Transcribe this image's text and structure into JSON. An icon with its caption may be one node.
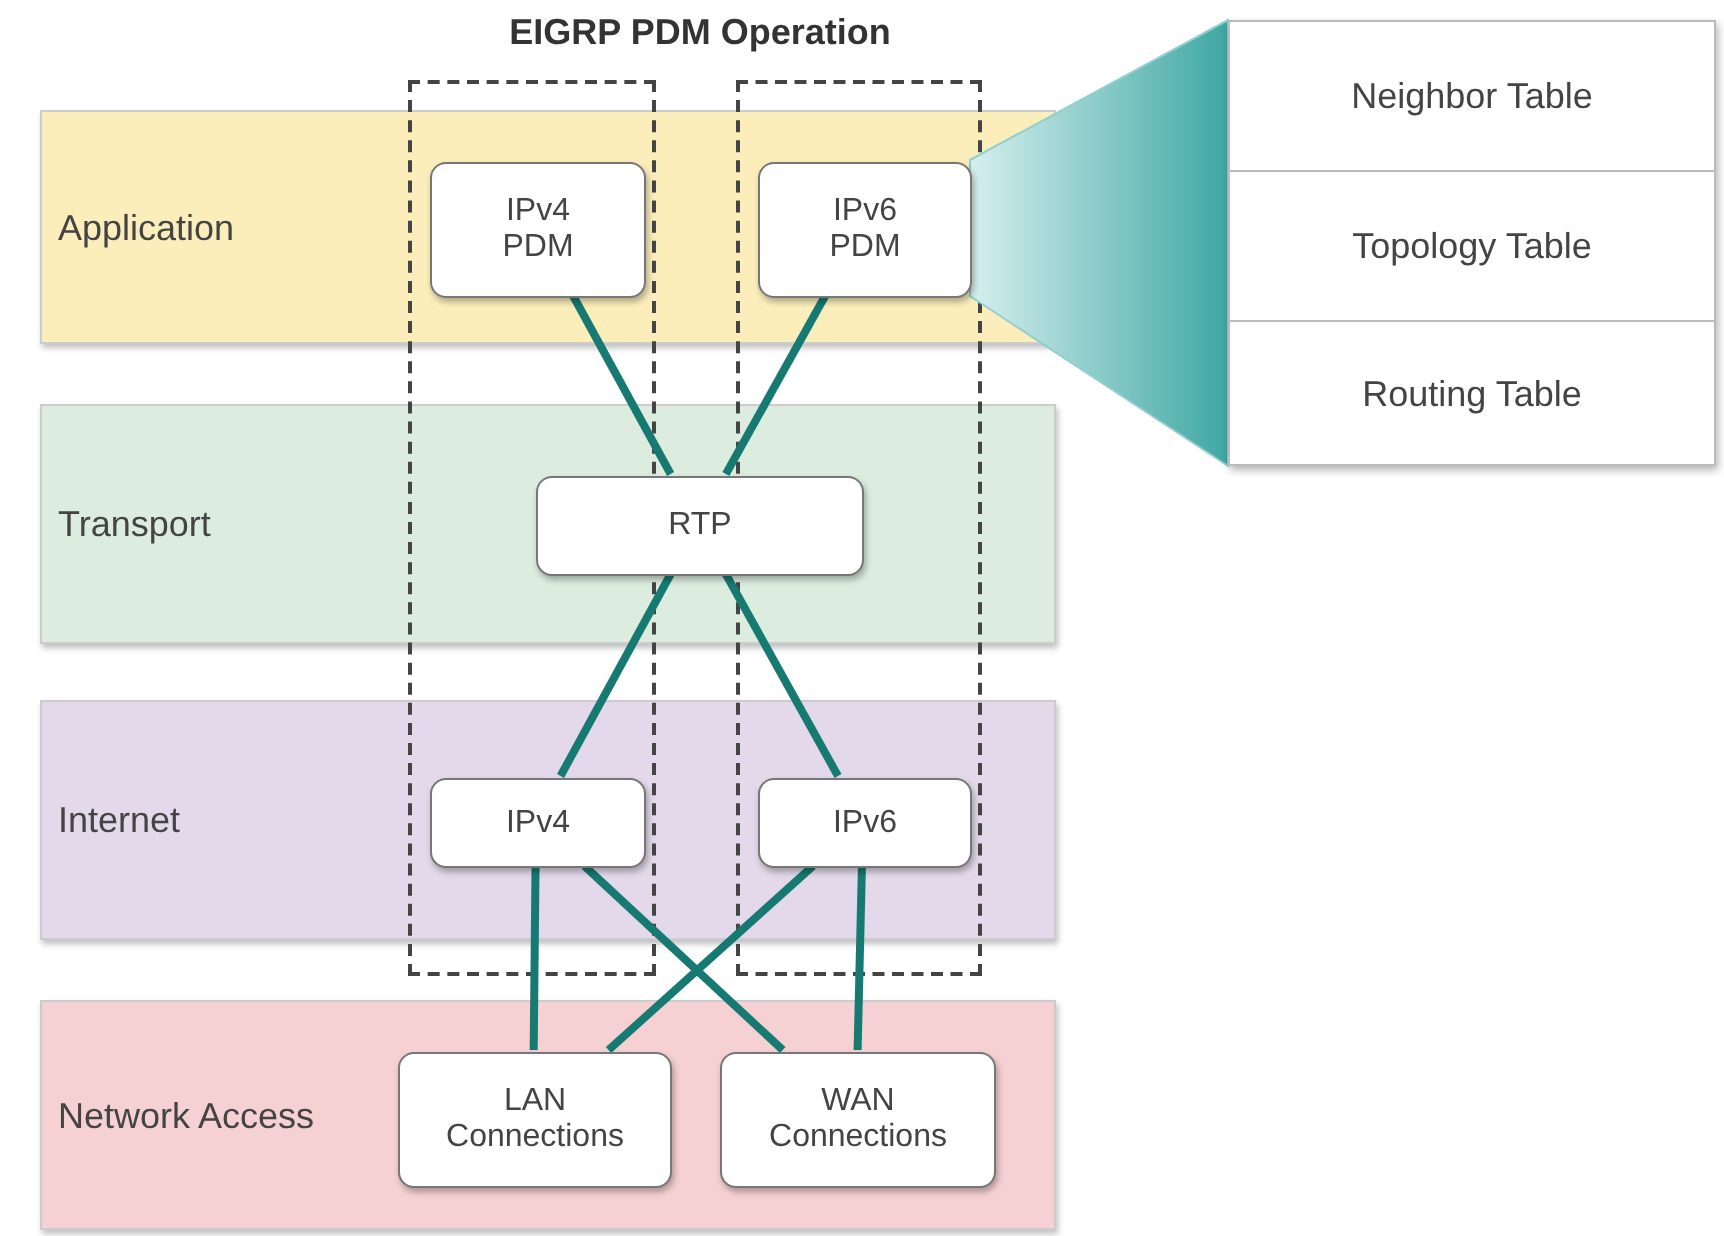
{
  "diagram": {
    "title": "EIGRP PDM Operation",
    "nodes": [
      {
        "text": [
          "Application"
        ]
      },
      {
        "text": [
          "Transport"
        ]
      },
      {
        "text": [
          "Internet"
        ]
      },
      {
        "text": [
          "Network Access"
        ]
      },
      {
        "text": [
          "IPv4 PDM"
        ],
        "in": 0
      },
      {
        "text": [
          "IPv6 PDM"
        ],
        "in": 0
      },
      {
        "text": [
          "RTP"
        ],
        "in": 1
      },
      {
        "text": [
          "IPv4"
        ],
        "in": 2
      },
      {
        "text": [
          "IPv6"
        ],
        "in": 2
      },
      {
        "text": [
          "LAN Connections"
        ],
        "in": 3
      },
      {
        "text": [
          "WAN Connections"
        ],
        "in": 3
      },
      {
        "text": [],
        "shape": "box"
      },
      {
        "text": [
          "Neighbor Table"
        ],
        "in": 11
      },
      {
        "text": [
          "Topology Table"
        ],
        "in": 11
      },
      {
        "text": [
          "Routing Table"
        ],
        "in": 11
      }
    ],
    "edges": [
      {
        "from": 4,
        "to": 6,
        "arrow": "none"
      },
      {
        "from": 5,
        "to": 6,
        "arrow": "none"
      },
      {
        "from": 6,
        "to": 7,
        "arrow": "none"
      },
      {
        "from": 6,
        "to": 8,
        "arrow": "none"
      },
      {
        "from": 7,
        "to": 9,
        "arrow": "none"
      },
      {
        "from": 7,
        "to": 10,
        "arrow": "none"
      },
      {
        "from": 8,
        "to": 9,
        "arrow": "none"
      },
      {
        "from": 8,
        "to": 10,
        "arrow": "none"
      },
      {
        "from": 5,
        "to": 11,
        "arrow": "none",
        "style": "thick",
        "color": "#8fd0cf"
      }
    ]
  }
}
